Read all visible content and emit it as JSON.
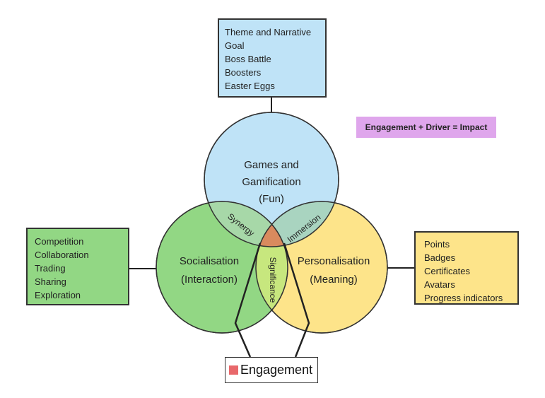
{
  "top_box": {
    "items": [
      "Theme and Narrative",
      "Goal",
      "Boss Battle",
      "Boosters",
      "Easter Eggs"
    ],
    "color": "#bfe3f7"
  },
  "left_box": {
    "items": [
      "Competition",
      "Collaboration",
      "Trading",
      "Sharing",
      "Exploration"
    ],
    "color": "#92d784"
  },
  "right_box": {
    "items": [
      "Points",
      "Badges",
      "Certificates",
      "Avatars",
      "Progress indicators"
    ],
    "color": "#fde48a"
  },
  "formula": {
    "text": "Engagement + Driver = Impact",
    "color": "#dfa6ec"
  },
  "circles": {
    "top": {
      "line1": "Games and",
      "line2": "Gamification",
      "line3": "(Fun)",
      "color": "#bfe3f7"
    },
    "left": {
      "line1": "Socialisation",
      "line2": "(Interaction)",
      "color": "#92d784"
    },
    "right": {
      "line1": "Personalisation",
      "line2": "(Meaning)",
      "color": "#fde48a"
    }
  },
  "overlaps": {
    "synergy": "Synergy",
    "immersion": "Immersion",
    "significance": "Significance",
    "center_color": "#d98a5e"
  },
  "engagement": {
    "label": "Engagement",
    "color": "#e8686b"
  }
}
